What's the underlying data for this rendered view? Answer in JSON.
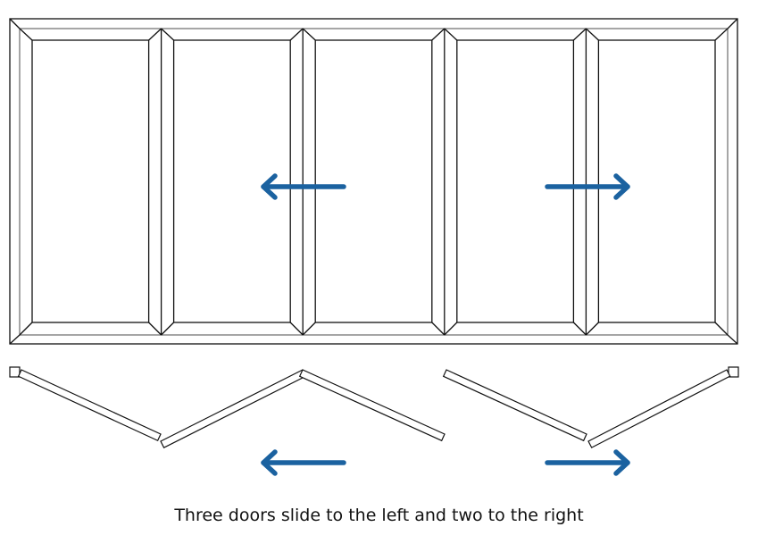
{
  "caption": "Three doors slide to the left and two to the right",
  "panels": {
    "count": 5,
    "left_group": 3,
    "right_group": 2
  },
  "colors": {
    "arrow": "#1b62a0",
    "line": "#111111",
    "inner_line": "#777777"
  },
  "arrows": [
    {
      "name": "top-left-arrow",
      "direction": "left"
    },
    {
      "name": "top-right-arrow",
      "direction": "right"
    },
    {
      "name": "bottom-left-arrow",
      "direction": "left"
    },
    {
      "name": "bottom-right-arrow",
      "direction": "right"
    }
  ]
}
